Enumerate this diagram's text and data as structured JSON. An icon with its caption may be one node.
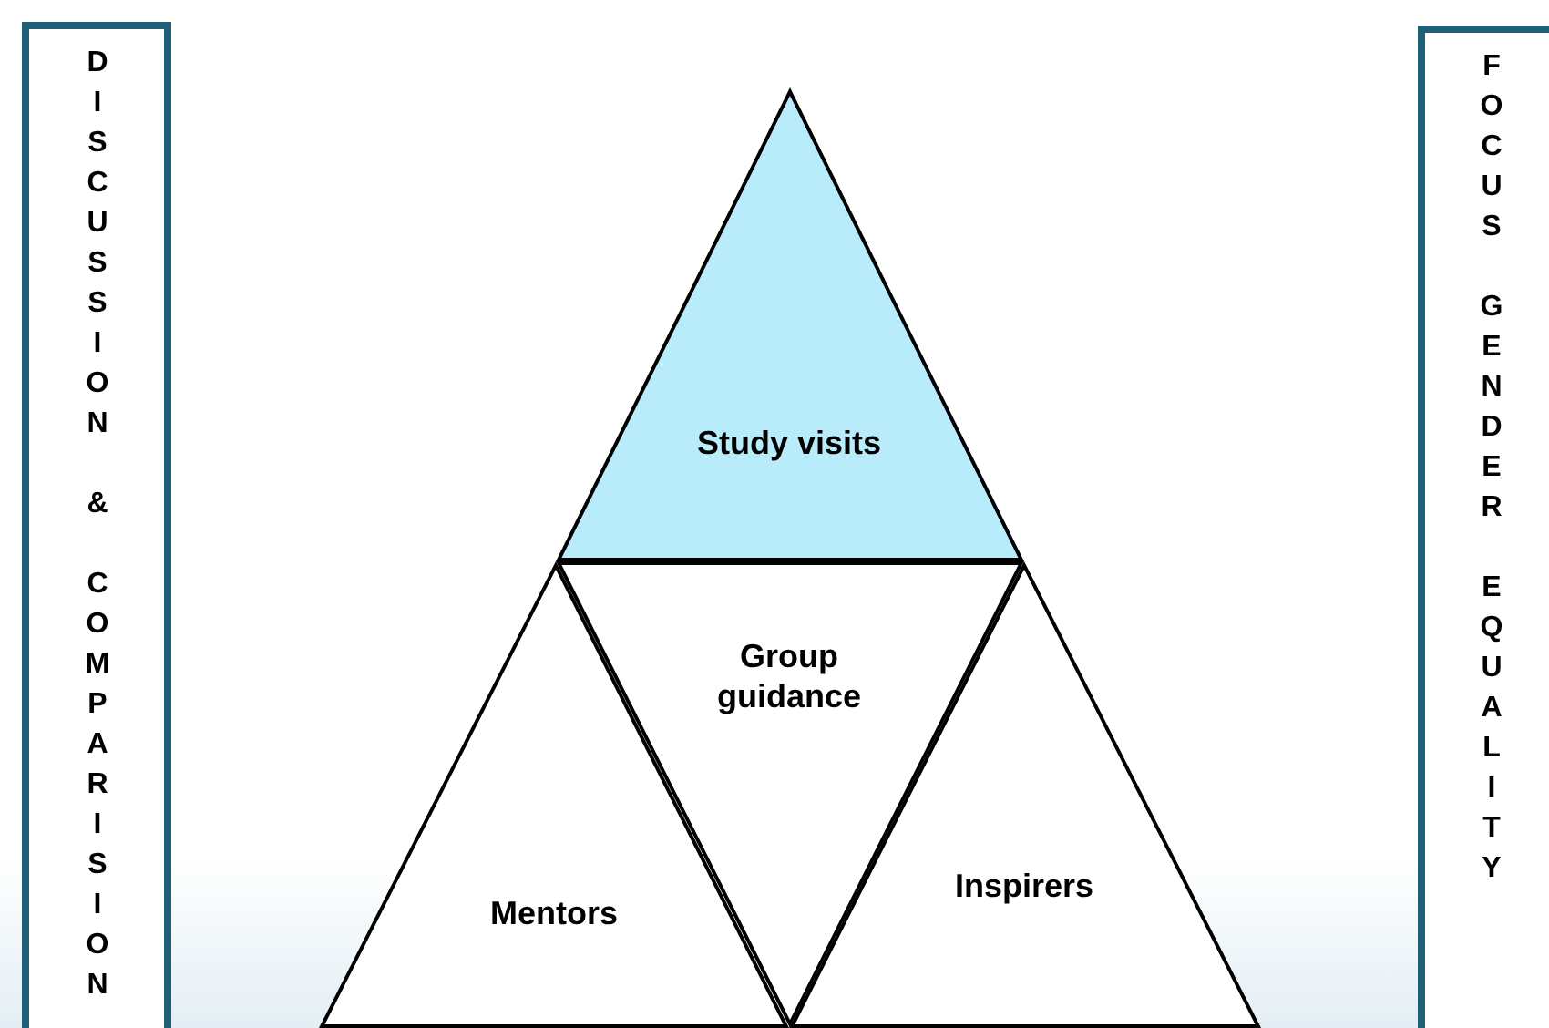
{
  "diagram": {
    "nodes": [
      {
        "text": [
          "DISCUSSION & COMPARISION"
        ]
      },
      {
        "text": [
          "Study visits"
        ]
      },
      {
        "text": [
          "Group guidance"
        ]
      },
      {
        "text": [
          "Mentors"
        ]
      },
      {
        "text": [
          "Inspirers"
        ]
      },
      {
        "text": [
          "FOCUS GENDER EQUALITY"
        ]
      }
    ]
  }
}
